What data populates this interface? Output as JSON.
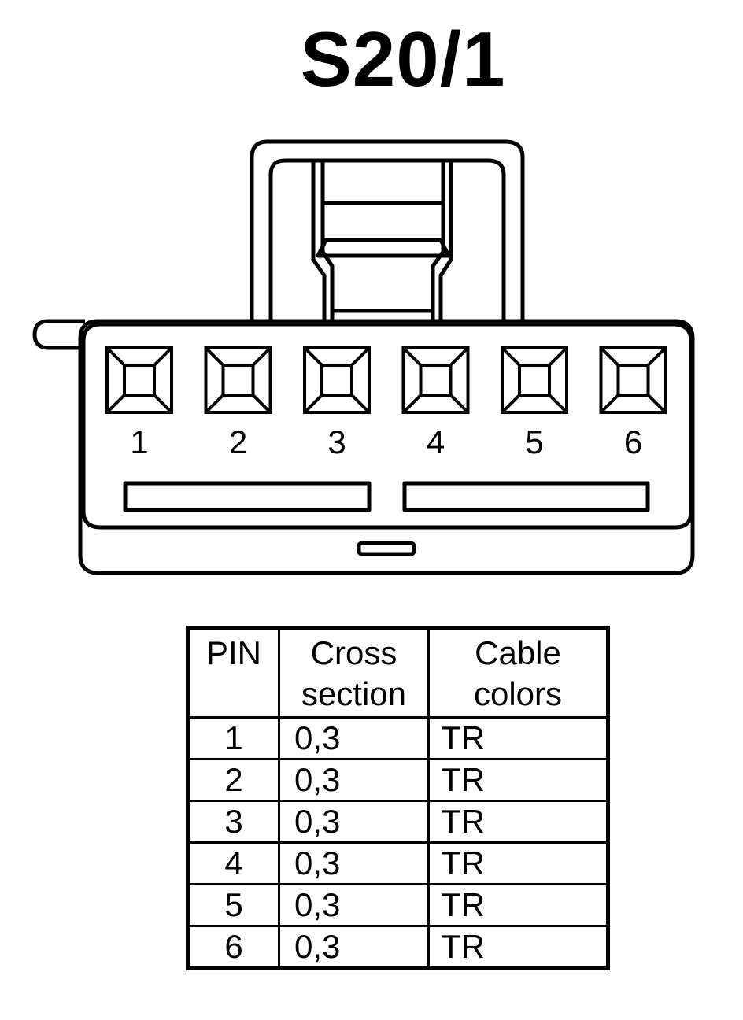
{
  "title": "S20/1",
  "connector": {
    "pins": [
      "1",
      "2",
      "3",
      "4",
      "5",
      "6"
    ]
  },
  "table": {
    "headers": {
      "pin": "PIN",
      "cross": [
        "Cross",
        "section"
      ],
      "color": [
        "Cable",
        "colors"
      ]
    },
    "rows": [
      {
        "pin": "1",
        "cross": "0,3",
        "color": "TR"
      },
      {
        "pin": "2",
        "cross": "0,3",
        "color": "TR"
      },
      {
        "pin": "3",
        "cross": "0,3",
        "color": "TR"
      },
      {
        "pin": "4",
        "cross": "0,3",
        "color": "TR"
      },
      {
        "pin": "5",
        "cross": "0,3",
        "color": "TR"
      },
      {
        "pin": "6",
        "cross": "0,3",
        "color": "TR"
      }
    ]
  }
}
